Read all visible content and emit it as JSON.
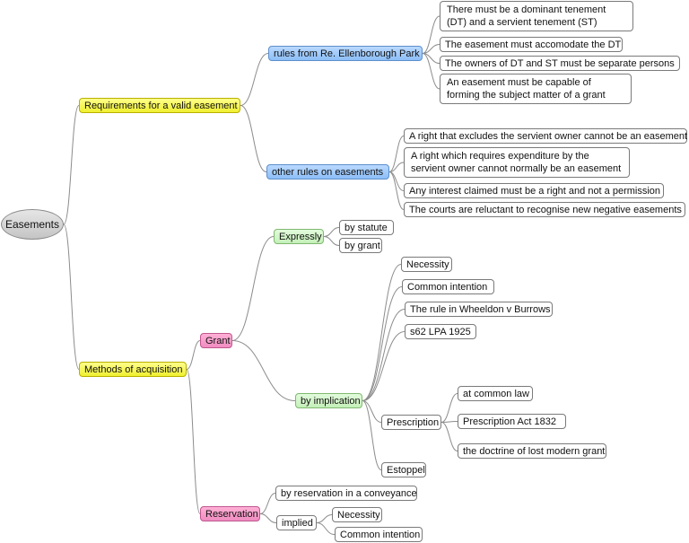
{
  "mindmap": {
    "root": "Easements",
    "requirements": {
      "label": "Requirements for a valid easement",
      "ellenborough": {
        "label": "rules from Re. Ellenborough Park",
        "items": [
          "There must be a dominant tenement (DT) and a servient tenement (ST)",
          "The easement must accomodate the DT",
          "The owners of DT and ST must be separate persons",
          "An easement must be capable of forming the subject matter of a grant"
        ]
      },
      "other_rules": {
        "label": "other rules on easements",
        "items": [
          "A right that excludes the servient owner cannot be an easement",
          "A right which requires expenditure by the servient owner cannot normally be an easement",
          "Any interest claimed must be a right and not a permission",
          "The courts are reluctant to recognise new negative easements"
        ]
      }
    },
    "acquisition": {
      "label": "Methods of acquisition",
      "grant": {
        "label": "Grant",
        "expressly": {
          "label": "Expressly",
          "items": [
            "by statute",
            "by grant"
          ]
        },
        "implication": {
          "label": "by implication",
          "items": [
            "Necessity",
            "Common intention",
            "The rule in Wheeldon v Burrows",
            "s62 LPA 1925"
          ],
          "prescription": {
            "label": "Prescription",
            "items": [
              "at common law",
              "Prescription Act 1832",
              "the doctrine of lost modern grant"
            ]
          },
          "estoppel": "Estoppel"
        }
      },
      "reservation": {
        "label": "Reservation",
        "conveyance": "by reservation in a conveyance",
        "implied": {
          "label": "implied",
          "items": [
            "Necessity",
            "Common intention"
          ]
        }
      }
    }
  },
  "colors": {
    "level1": "#f5f53c",
    "level2_requirements": "#98c6f9",
    "level2_acquisition": "#f496c6",
    "level3_acquisition": "#cdf3c2",
    "root": "#d0d0d0",
    "connector": "#8c8c8c"
  }
}
